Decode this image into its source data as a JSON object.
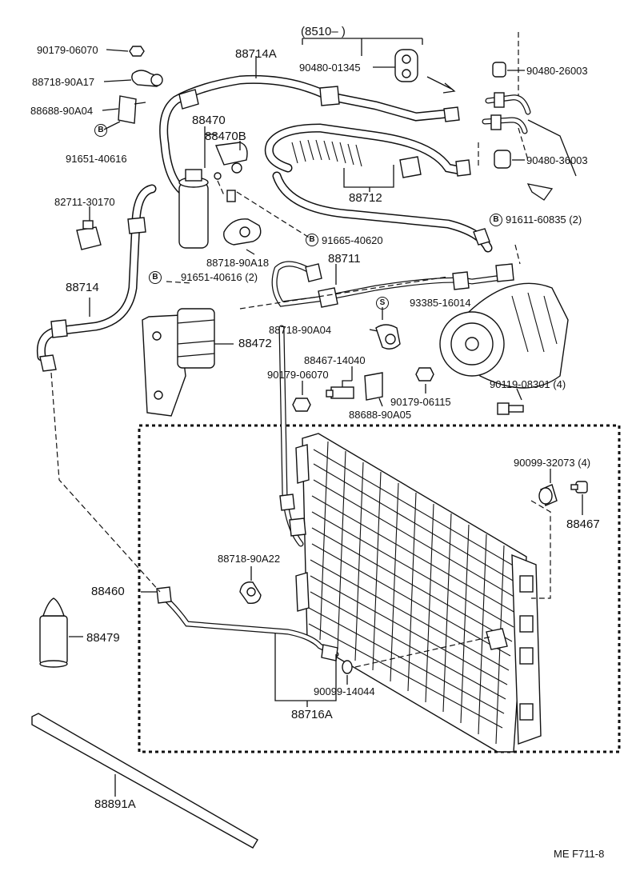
{
  "diagram": {
    "serial_range": "(8510–       )",
    "footer": "ME  F711-8",
    "labels": {
      "p90179_06070_top": "90179-06070",
      "p88718_90A17": "88718-90A17",
      "p88688_90A04": "88688-90A04",
      "p91651_40616_a": "91651-40616",
      "p88714A": "88714A",
      "p90480_01345": "90480-01345",
      "p90480_26003": "90480-26003",
      "p90480_36003": "90480-36003",
      "p88470": "88470",
      "p88470B": "88470B",
      "p88712": "88712",
      "p82711_30170": "82711-30170",
      "p91611_60835": "91611-60835 (2)",
      "p91665_40620": "91665-40620",
      "p88718_90A18": "88718-90A18",
      "p88711": "88711",
      "p88714": "88714",
      "p91651_40616_b": "91651-40616 (2)",
      "p93385_16014": "93385-16014",
      "p88718_90A04": "88718-90A04",
      "p88472": "88472",
      "p88467_14040": "88467-14040",
      "p90179_06070_mid": "90179-06070",
      "p90119_08301": "90119-08301  (4)",
      "p90179_06115": "90179-06115",
      "p88688_90A05": "88688-90A05",
      "p90099_32073": "90099-32073  (4)",
      "p88467": "88467",
      "p88718_90A22": "88718-90A22",
      "p88460": "88460",
      "p88479": "88479",
      "p90099_14044": "90099-14044",
      "p88716A": "88716A",
      "p88891A": "88891A"
    },
    "badges": {
      "b1": "B",
      "b2": "B",
      "b3": "B",
      "b4": "B",
      "s1": "S"
    }
  }
}
